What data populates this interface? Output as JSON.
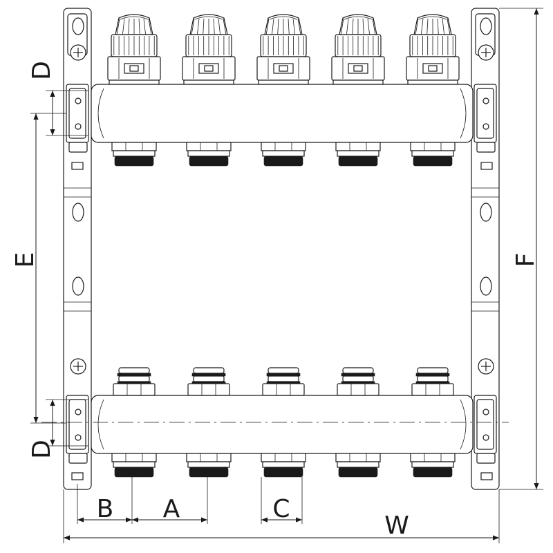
{
  "labels": {
    "A": "A",
    "B": "B",
    "C": "C",
    "D_top": "D",
    "D_bottom": "D",
    "E": "E",
    "F": "F",
    "W": "W"
  },
  "manifold": {
    "outlet_count": 5
  }
}
